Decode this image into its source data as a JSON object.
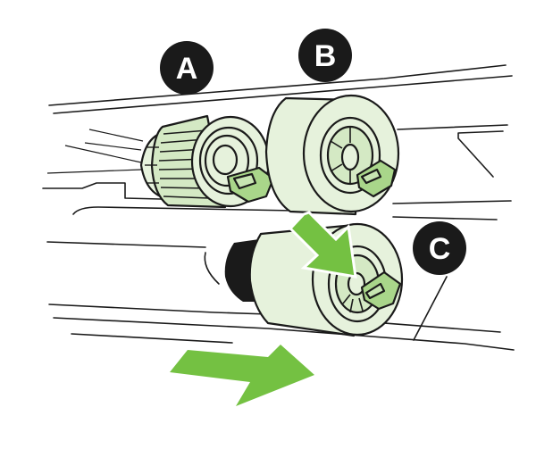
{
  "labels": {
    "a": "A",
    "b": "B",
    "c": "C"
  },
  "colors": {
    "roller_fill": "#e6f2dc",
    "roller_shade": "#d4e9c4",
    "tab_fill": "#a9d68a",
    "arrow": "#74c142",
    "badge": "#1a1a1a"
  },
  "icons": {
    "arrow_down_right": "arrow-down-right-icon",
    "arrow_right": "arrow-right-icon"
  }
}
